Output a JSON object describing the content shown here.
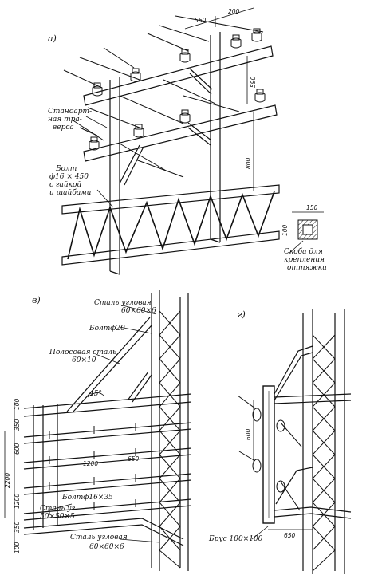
{
  "panels": {
    "a": {
      "tag": "а)",
      "labels": {
        "traverse_1": "Стандарт-",
        "traverse_2": "ная тра-",
        "traverse_3": "верса",
        "bolt_1": "Болт",
        "bolt_2": "ф16 × 450",
        "bolt_3": "с гайкой",
        "bolt_4": "и шайбами",
        "bracket_1": "Скоба для",
        "bracket_2": "крепления",
        "bracket_3": "оттяжки"
      },
      "dims": [
        "560",
        "200",
        "590",
        "800",
        "150",
        "100"
      ]
    },
    "b": {
      "tag": "в)",
      "labels": {
        "angle_top_1": "Сталь угловая",
        "angle_top_2": "60×60×6",
        "bolt": "Болтф20",
        "strip_1": "Полосовая сталь",
        "strip_2": "60×10",
        "angle_deg": "45°",
        "bolt_small": "Болтф16×35",
        "angle_left_1": "Сталь уг.",
        "angle_left_2": "50×50×5",
        "angle_bottom_1": "Сталь угловая",
        "angle_bottom_2": "60×60×6"
      },
      "dims": [
        "100",
        "350",
        "600",
        "1200",
        "650",
        "2200",
        "350",
        "100",
        "1200"
      ]
    },
    "c": {
      "tag": "г)",
      "labels": {
        "beam": "Брус 100×100"
      },
      "dims": [
        "600",
        "650"
      ]
    }
  }
}
